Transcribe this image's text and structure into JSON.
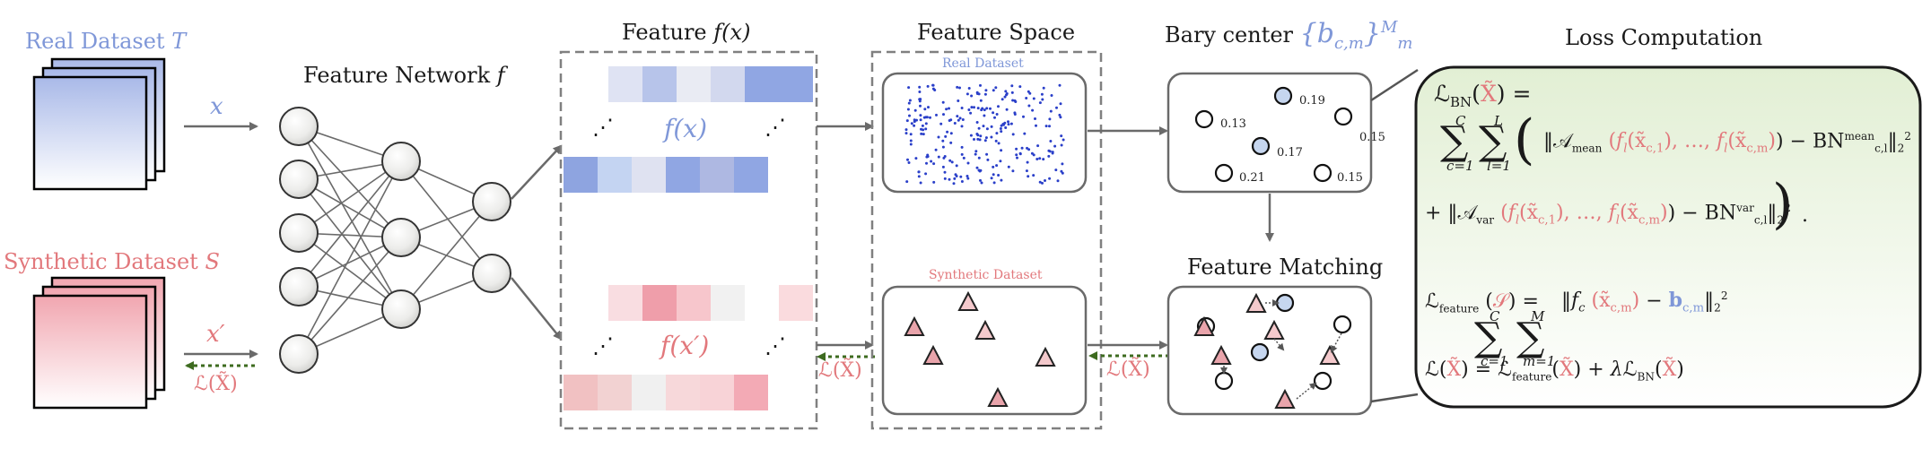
{
  "datasets": {
    "real_label": "Real Dataset",
    "real_symbol": "T",
    "synthetic_label": "Synthetic Dataset",
    "synthetic_symbol": "S",
    "x_label": "x",
    "x_prime_label": "x′",
    "loss_label": "ℒ(X̃)"
  },
  "network": {
    "title": "Feature Network",
    "symbol": "f"
  },
  "feature": {
    "title": "Feature",
    "formula": "f(x)",
    "real_label": "f(x)",
    "synthetic_label": "f(x′)",
    "ellipsis": "⋰",
    "real_cells_top": [
      "#dfe3f3",
      "#b7c4ea",
      "#e9ebf3",
      "#d2d8ee",
      "#90a6e3",
      "#90a6e3"
    ],
    "real_cells_bottom": [
      "#8ea4e0",
      "#c4d4f2",
      "#dfe2f1",
      "#90a6e3",
      "#aeb8e2",
      "#90a6e3"
    ],
    "syn_cells_top": [
      "#f9dde1",
      "#ef9eaa",
      "#f7c6cc",
      "#f1f1f1",
      "#ffffff",
      "#fadbde"
    ],
    "syn_cells_bottom": [
      "#f1c1c2",
      "#f2d2d2",
      "#f0f0f0",
      "#f7d8da",
      "#f8d3d7",
      "#f3aab5"
    ]
  },
  "feature_space": {
    "title": "Feature Space",
    "real_caption": "Real Dataset",
    "synthetic_caption": "Synthetic Dataset",
    "loss_label": "ℒ(X̃)"
  },
  "barycenter": {
    "title": "Bary center",
    "set_notation": "{b",
    "set_sub": "c,m",
    "set_close": "}",
    "set_sup": "M",
    "set_sub2": "m",
    "weights": [
      "0.13",
      "0.19",
      "0.15",
      "0.17",
      "0.21",
      "0.15"
    ]
  },
  "matching": {
    "title": "Feature Matching",
    "loss_label": "ℒ(X̃)"
  },
  "loss": {
    "title": "Loss Computation",
    "bn_lhs": "ℒ",
    "bn_sub": "BN",
    "mean_op": "𝒜",
    "mean_sub": "mean",
    "var_sub": "var",
    "bn_term": "BN",
    "bn_sup_mean": "mean",
    "bn_sup_var": "var",
    "bn_sub_cl": "c,l",
    "sum_c_top": "C",
    "sum_c_bottom": "c=1",
    "sum_l_top": "L",
    "sum_l_bottom": "l=1",
    "sum_m_top": "M",
    "sum_m_bottom": "m=1",
    "feature_sub": "feature",
    "feature_arg": "𝒮",
    "lambda": "λ",
    "norm_sub": "2",
    "norm_sup": "2"
  },
  "colors": {
    "real_blue": "#7f97d8",
    "synthetic_pink": "#e2787c",
    "loss_green": "#3d6b1f",
    "panel_green_top": "#e8f2dd",
    "dashed_gray": "#808080"
  }
}
